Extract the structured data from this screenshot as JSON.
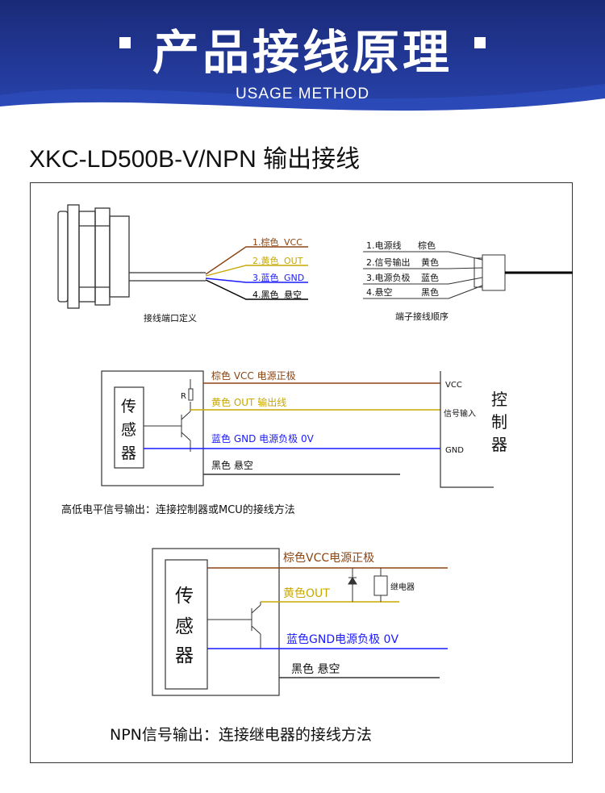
{
  "banner": {
    "title": "产品接线原理",
    "subtitle": "USAGE METHOD",
    "background_color": "#1f3292"
  },
  "heading": "XKC-LD500B-V/NPN 输出接线",
  "top_diagram": {
    "wires": [
      {
        "label": "1.棕色",
        "value": "VCC",
        "color": "#8B4513"
      },
      {
        "label": "2.黄色",
        "value": "OUT",
        "color": "#C8A800"
      },
      {
        "label": "3.蓝色",
        "value": "GND",
        "color": "#1a1aff"
      },
      {
        "label": "4.黑色",
        "value": "悬空",
        "color": "#000000"
      }
    ],
    "sensor_caption": "接线端口定义",
    "terminals": [
      {
        "label": "1.电源线",
        "value": "棕色"
      },
      {
        "label": "2.信号输出",
        "value": "黄色"
      },
      {
        "label": "3.电源负极",
        "value": "蓝色"
      },
      {
        "label": "4.悬空",
        "value": "黑色"
      }
    ],
    "terminal_caption": "端子接线顺序"
  },
  "controller_diagram": {
    "sensor_label": [
      "传",
      "感",
      "器"
    ],
    "resistor": "R",
    "lines": [
      {
        "text": "棕色  VCC  电源正极",
        "color": "#8B4513"
      },
      {
        "text": "黄色  OUT  输出线",
        "color": "#C8A800"
      },
      {
        "text": "蓝色  GND  电源负极  0V",
        "color": "#1a1aff"
      },
      {
        "text": "黑色   悬空",
        "color": "#000000"
      }
    ],
    "controller_pins": [
      "VCC",
      "信号输入",
      "GND"
    ],
    "controller_label": [
      "控",
      "制",
      "器"
    ],
    "caption": "高低电平信号输出：连接控制器或MCU的接线方法"
  },
  "relay_diagram": {
    "sensor_label": [
      "传",
      "感",
      "器"
    ],
    "lines": [
      {
        "text": "棕色VCC电源正极",
        "color": "#8B4513"
      },
      {
        "text": "黄色OUT",
        "color": "#C8A800"
      },
      {
        "text": "蓝色GND电源负极  0V",
        "color": "#1a1aff"
      },
      {
        "text": "黑色   悬空",
        "color": "#000000"
      }
    ],
    "relay_label": "继电器",
    "caption": "NPN信号输出：连接继电器的接线方法"
  }
}
